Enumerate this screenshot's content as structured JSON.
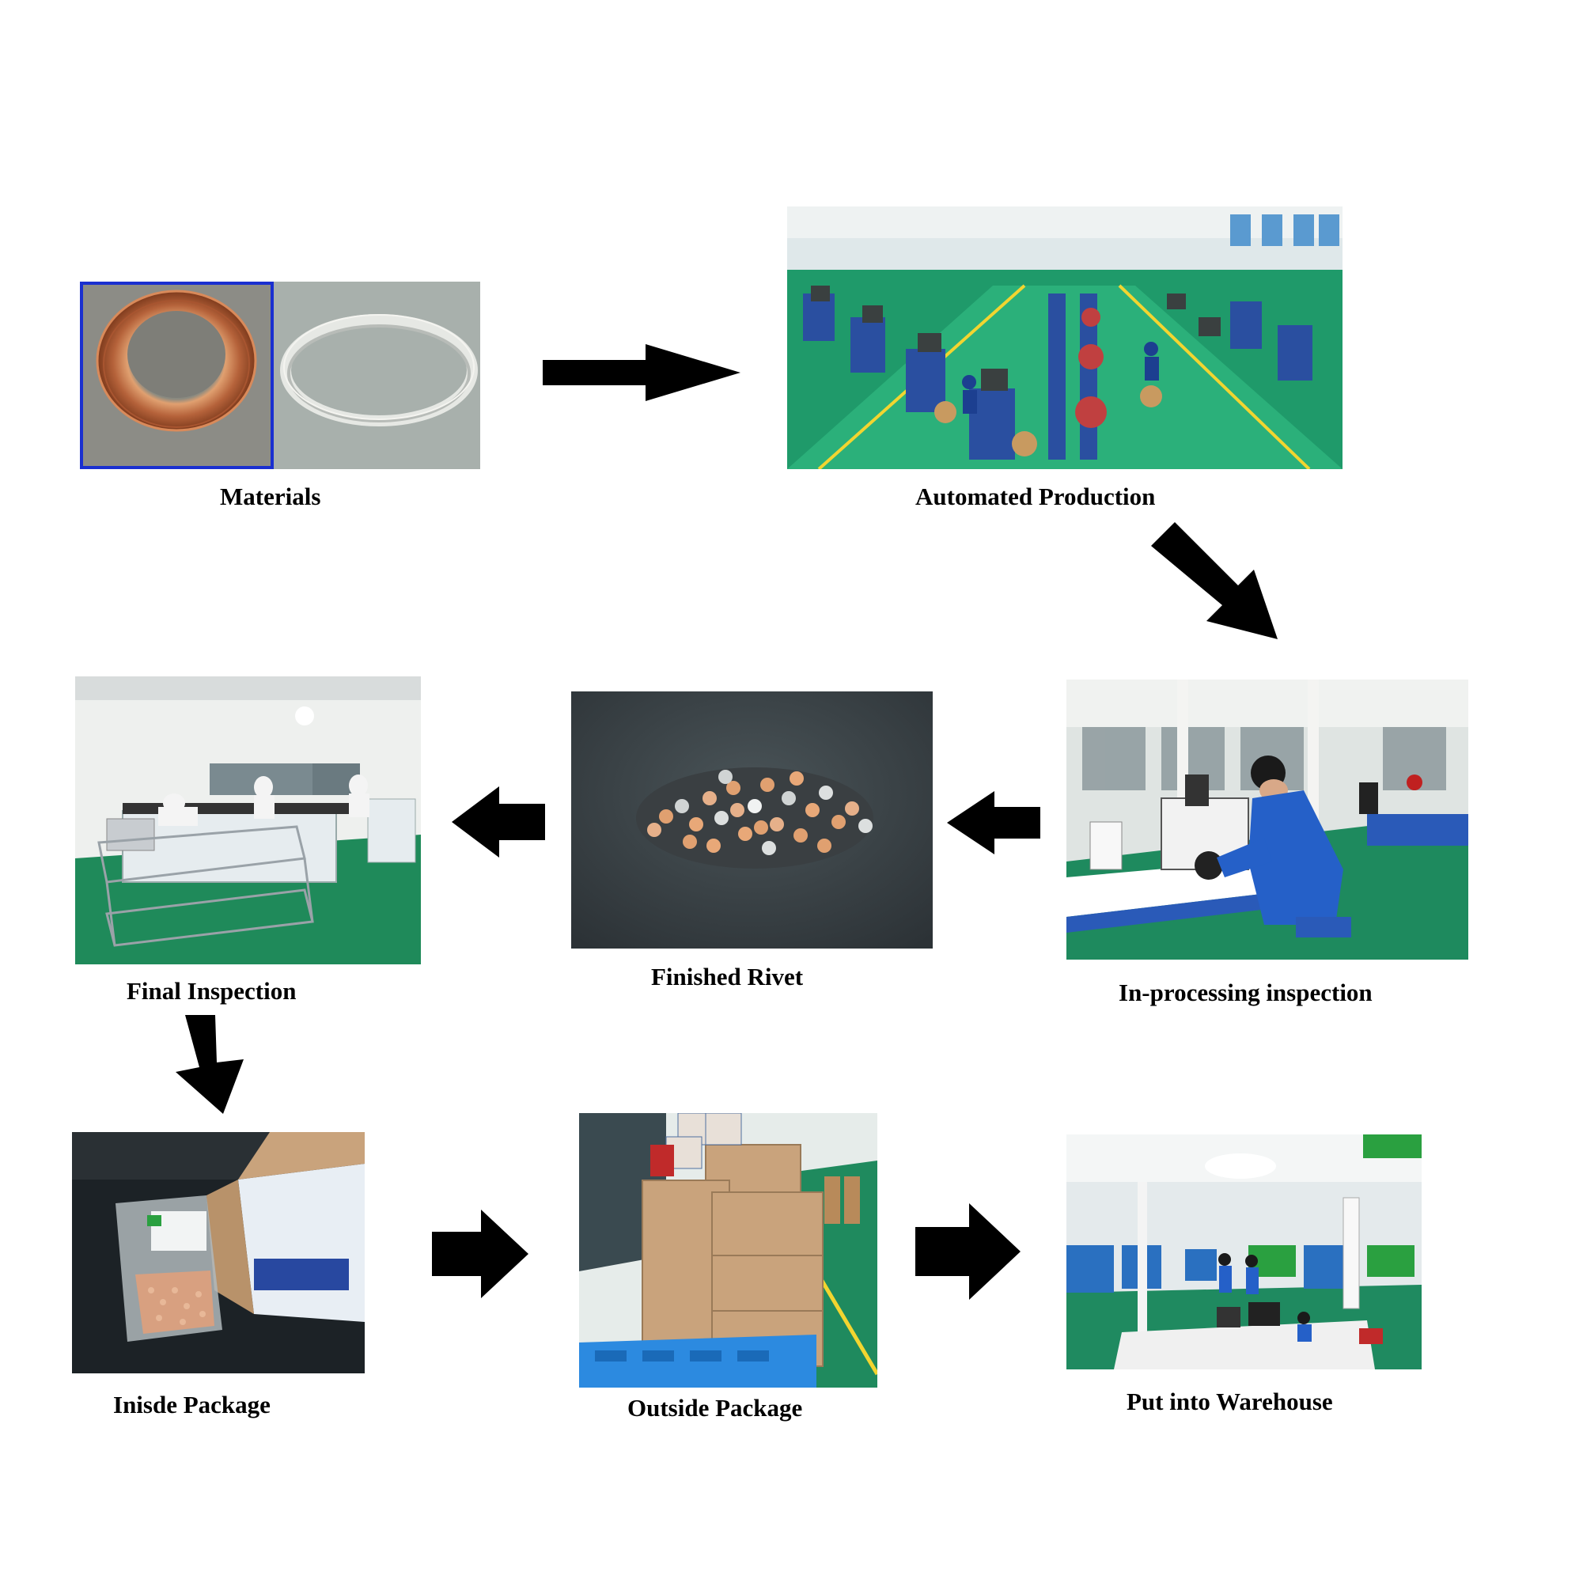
{
  "stages": [
    {
      "id": "materials",
      "label": "Materials"
    },
    {
      "id": "automated-production",
      "label": "Automated Production"
    },
    {
      "id": "in-processing-inspection",
      "label": "In-processing inspection"
    },
    {
      "id": "finished-rivet",
      "label": "Finished Rivet"
    },
    {
      "id": "final-inspection",
      "label": "Final Inspection"
    },
    {
      "id": "inside-package",
      "label": "Inisde Package"
    },
    {
      "id": "outside-package",
      "label": "Outside Package"
    },
    {
      "id": "put-into-warehouse",
      "label": "Put into Warehouse"
    }
  ],
  "colors": {
    "arrow": "#000000",
    "photo_frame_highlight": "#1a2fd0",
    "factory_floor": "#1f9a6a",
    "copper": "#c8794a",
    "silver": "#c9ccc8",
    "uniform_blue": "#2560c8",
    "cardboard": "#c9a37c",
    "pallet_blue": "#2c8ae0"
  },
  "arrows": [
    {
      "from": "Materials",
      "to": "Automated Production",
      "direction": "right"
    },
    {
      "from": "Automated Production",
      "to": "In-processing inspection",
      "direction": "down-right"
    },
    {
      "from": "In-processing inspection",
      "to": "Finished Rivet",
      "direction": "left"
    },
    {
      "from": "Finished Rivet",
      "to": "Final Inspection",
      "direction": "left"
    },
    {
      "from": "Final Inspection",
      "to": "Inisde Package",
      "direction": "down"
    },
    {
      "from": "Inisde Package",
      "to": "Outside Package",
      "direction": "right"
    },
    {
      "from": "Outside Package",
      "to": "Put into Warehouse",
      "direction": "right"
    }
  ]
}
